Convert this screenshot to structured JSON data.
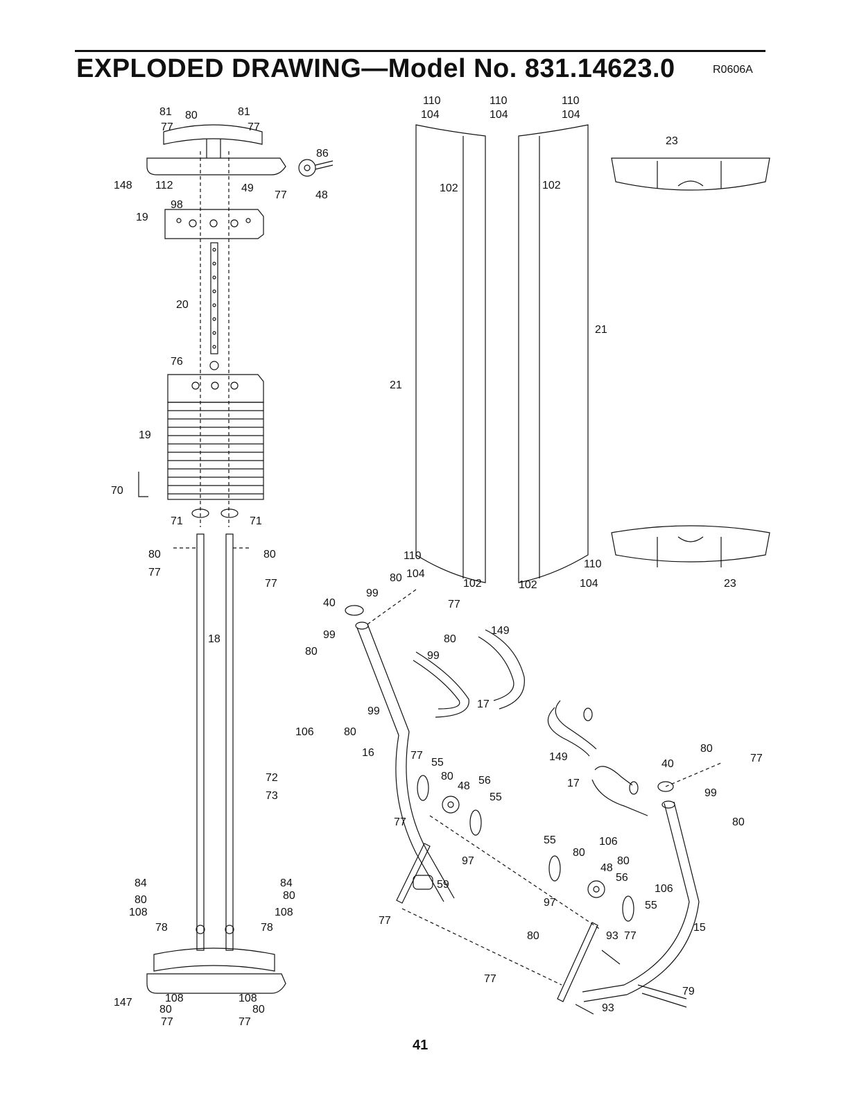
{
  "header": {
    "title": "EXPLODED DRAWING—Model No. 831.14623.0",
    "code": "R0606A"
  },
  "page_number": "41",
  "callouts": [
    {
      "id": "c1",
      "text": "81"
    },
    {
      "id": "c2",
      "text": "80"
    },
    {
      "id": "c3",
      "text": "81"
    },
    {
      "id": "c4",
      "text": "77"
    },
    {
      "id": "c5",
      "text": "77"
    },
    {
      "id": "c6",
      "text": "86"
    },
    {
      "id": "c7",
      "text": "148"
    },
    {
      "id": "c8",
      "text": "112"
    },
    {
      "id": "c9",
      "text": "49"
    },
    {
      "id": "c10",
      "text": "77"
    },
    {
      "id": "c11",
      "text": "48"
    },
    {
      "id": "c12",
      "text": "98"
    },
    {
      "id": "c13",
      "text": "19"
    },
    {
      "id": "c14",
      "text": "20"
    },
    {
      "id": "c15",
      "text": "76"
    },
    {
      "id": "c16",
      "text": "19"
    },
    {
      "id": "c17",
      "text": "70"
    },
    {
      "id": "c18",
      "text": "71"
    },
    {
      "id": "c19",
      "text": "71"
    },
    {
      "id": "c20",
      "text": "80"
    },
    {
      "id": "c21",
      "text": "77"
    },
    {
      "id": "c22",
      "text": "80"
    },
    {
      "id": "c23",
      "text": "77"
    },
    {
      "id": "c24",
      "text": "18"
    },
    {
      "id": "c25",
      "text": "72"
    },
    {
      "id": "c26",
      "text": "73"
    },
    {
      "id": "c27",
      "text": "84"
    },
    {
      "id": "c28",
      "text": "80"
    },
    {
      "id": "c29",
      "text": "108"
    },
    {
      "id": "c30",
      "text": "84"
    },
    {
      "id": "c31",
      "text": "80"
    },
    {
      "id": "c32",
      "text": "108"
    },
    {
      "id": "c33",
      "text": "78"
    },
    {
      "id": "c34",
      "text": "78"
    },
    {
      "id": "c35",
      "text": "147"
    },
    {
      "id": "c36",
      "text": "108"
    },
    {
      "id": "c37",
      "text": "80"
    },
    {
      "id": "c38",
      "text": "77"
    },
    {
      "id": "c39",
      "text": "108"
    },
    {
      "id": "c40",
      "text": "80"
    },
    {
      "id": "c41",
      "text": "77"
    },
    {
      "id": "c42",
      "text": "110"
    },
    {
      "id": "c43",
      "text": "104"
    },
    {
      "id": "c44",
      "text": "110"
    },
    {
      "id": "c45",
      "text": "104"
    },
    {
      "id": "c46",
      "text": "110"
    },
    {
      "id": "c47",
      "text": "104"
    },
    {
      "id": "c48",
      "text": "102"
    },
    {
      "id": "c49",
      "text": "102"
    },
    {
      "id": "c50",
      "text": "21"
    },
    {
      "id": "c51",
      "text": "21"
    },
    {
      "id": "c52",
      "text": "23"
    },
    {
      "id": "c53",
      "text": "23"
    },
    {
      "id": "c54",
      "text": "110"
    },
    {
      "id": "c55",
      "text": "104"
    },
    {
      "id": "c56",
      "text": "102"
    },
    {
      "id": "c57",
      "text": "102"
    },
    {
      "id": "c58",
      "text": "110"
    },
    {
      "id": "c59",
      "text": "104"
    },
    {
      "id": "c60",
      "text": "80"
    },
    {
      "id": "c61",
      "text": "99"
    },
    {
      "id": "c62",
      "text": "40"
    },
    {
      "id": "c63",
      "text": "77"
    },
    {
      "id": "c64",
      "text": "149"
    },
    {
      "id": "c65",
      "text": "99"
    },
    {
      "id": "c66",
      "text": "80"
    },
    {
      "id": "c67",
      "text": "80"
    },
    {
      "id": "c68",
      "text": "99"
    },
    {
      "id": "c69",
      "text": "17"
    },
    {
      "id": "c70",
      "text": "99"
    },
    {
      "id": "c71",
      "text": "106"
    },
    {
      "id": "c72",
      "text": "80"
    },
    {
      "id": "c73",
      "text": "149"
    },
    {
      "id": "c74",
      "text": "16"
    },
    {
      "id": "c75",
      "text": "77"
    },
    {
      "id": "c76",
      "text": "55"
    },
    {
      "id": "c77",
      "text": "80"
    },
    {
      "id": "c78",
      "text": "48"
    },
    {
      "id": "c79",
      "text": "56"
    },
    {
      "id": "c80",
      "text": "55"
    },
    {
      "id": "c81",
      "text": "80"
    },
    {
      "id": "c82",
      "text": "40"
    },
    {
      "id": "c83",
      "text": "77"
    },
    {
      "id": "c84",
      "text": "17"
    },
    {
      "id": "c85",
      "text": "99"
    },
    {
      "id": "c86",
      "text": "80"
    },
    {
      "id": "c87",
      "text": "77"
    },
    {
      "id": "c88",
      "text": "97"
    },
    {
      "id": "c89",
      "text": "59"
    },
    {
      "id": "c90",
      "text": "55"
    },
    {
      "id": "c91",
      "text": "80"
    },
    {
      "id": "c92",
      "text": "106"
    },
    {
      "id": "c93",
      "text": "80"
    },
    {
      "id": "c94",
      "text": "48"
    },
    {
      "id": "c95",
      "text": "56"
    },
    {
      "id": "c96",
      "text": "106"
    },
    {
      "id": "c97",
      "text": "97"
    },
    {
      "id": "c98",
      "text": "55"
    },
    {
      "id": "c99",
      "text": "77"
    },
    {
      "id": "c100",
      "text": "80"
    },
    {
      "id": "c101",
      "text": "93"
    },
    {
      "id": "c102",
      "text": "77"
    },
    {
      "id": "c103",
      "text": "15"
    },
    {
      "id": "c104",
      "text": "77"
    },
    {
      "id": "c105",
      "text": "79"
    },
    {
      "id": "c106",
      "text": "93"
    }
  ]
}
